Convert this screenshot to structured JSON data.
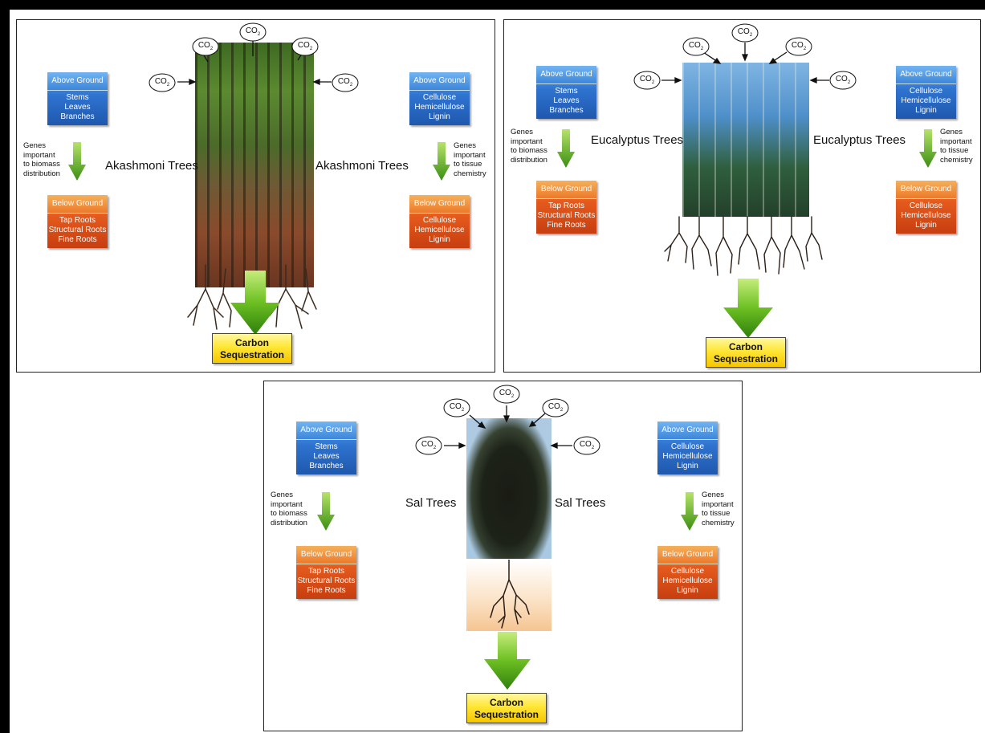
{
  "panels": [
    {
      "tree_name": "Akashmoni Trees",
      "co2": "CO",
      "above_left": {
        "title": "Above Ground",
        "items": [
          "Stems",
          "Leaves",
          "Branches"
        ]
      },
      "below_left": {
        "title": "Below Ground",
        "items": [
          "Tap Roots",
          "Structural Roots",
          "Fine Roots"
        ]
      },
      "genes_left": [
        "Genes",
        "important",
        "to biomass",
        "distribution"
      ],
      "above_right": {
        "title": "Above Ground",
        "items": [
          "Cellulose",
          "Hemicellulose",
          "Lignin"
        ]
      },
      "below_right": {
        "title": "Below Ground",
        "items": [
          "Cellulose",
          "Hemicellulose",
          "Lignin"
        ]
      },
      "genes_right": [
        "Genes",
        "important",
        "to tissue",
        "chemistry"
      ],
      "carbon": [
        "Carbon",
        "Sequestration"
      ]
    },
    {
      "tree_name": "Eucalyptus Trees",
      "co2": "CO",
      "above_left": {
        "title": "Above Ground",
        "items": [
          "Stems",
          "Leaves",
          "Branches"
        ]
      },
      "below_left": {
        "title": "Below Ground",
        "items": [
          "Tap Roots",
          "Structural Roots",
          "Fine Roots"
        ]
      },
      "genes_left": [
        "Genes",
        "important",
        "to biomass",
        "distribution"
      ],
      "above_right": {
        "title": "Above Ground",
        "items": [
          "Cellulose",
          "Hemicellulose",
          "Lignin"
        ]
      },
      "below_right": {
        "title": "Below Ground",
        "items": [
          "Cellulose",
          "Hemicellulose",
          "Lignin"
        ]
      },
      "genes_right": [
        "Genes",
        "important",
        "to tissue",
        "chemistry"
      ],
      "carbon": [
        "Carbon",
        "Sequestration"
      ]
    },
    {
      "tree_name": "Sal Trees",
      "co2": "CO",
      "above_left": {
        "title": "Above Ground",
        "items": [
          "Stems",
          "Leaves",
          "Branches"
        ]
      },
      "below_left": {
        "title": "Below Ground",
        "items": [
          "Tap Roots",
          "Structural Roots",
          "Fine Roots"
        ]
      },
      "genes_left": [
        "Genes",
        "important",
        "to biomass",
        "distribution"
      ],
      "above_right": {
        "title": "Above Ground",
        "items": [
          "Cellulose",
          "Hemicellulose",
          "Lignin"
        ]
      },
      "below_right": {
        "title": "Below Ground",
        "items": [
          "Cellulose",
          "Hemicellulose",
          "Lignin"
        ]
      },
      "genes_right": [
        "Genes",
        "important",
        "to tissue",
        "chemistry"
      ],
      "carbon": [
        "Carbon",
        "Sequestration"
      ]
    }
  ],
  "co2_subscript": "2"
}
